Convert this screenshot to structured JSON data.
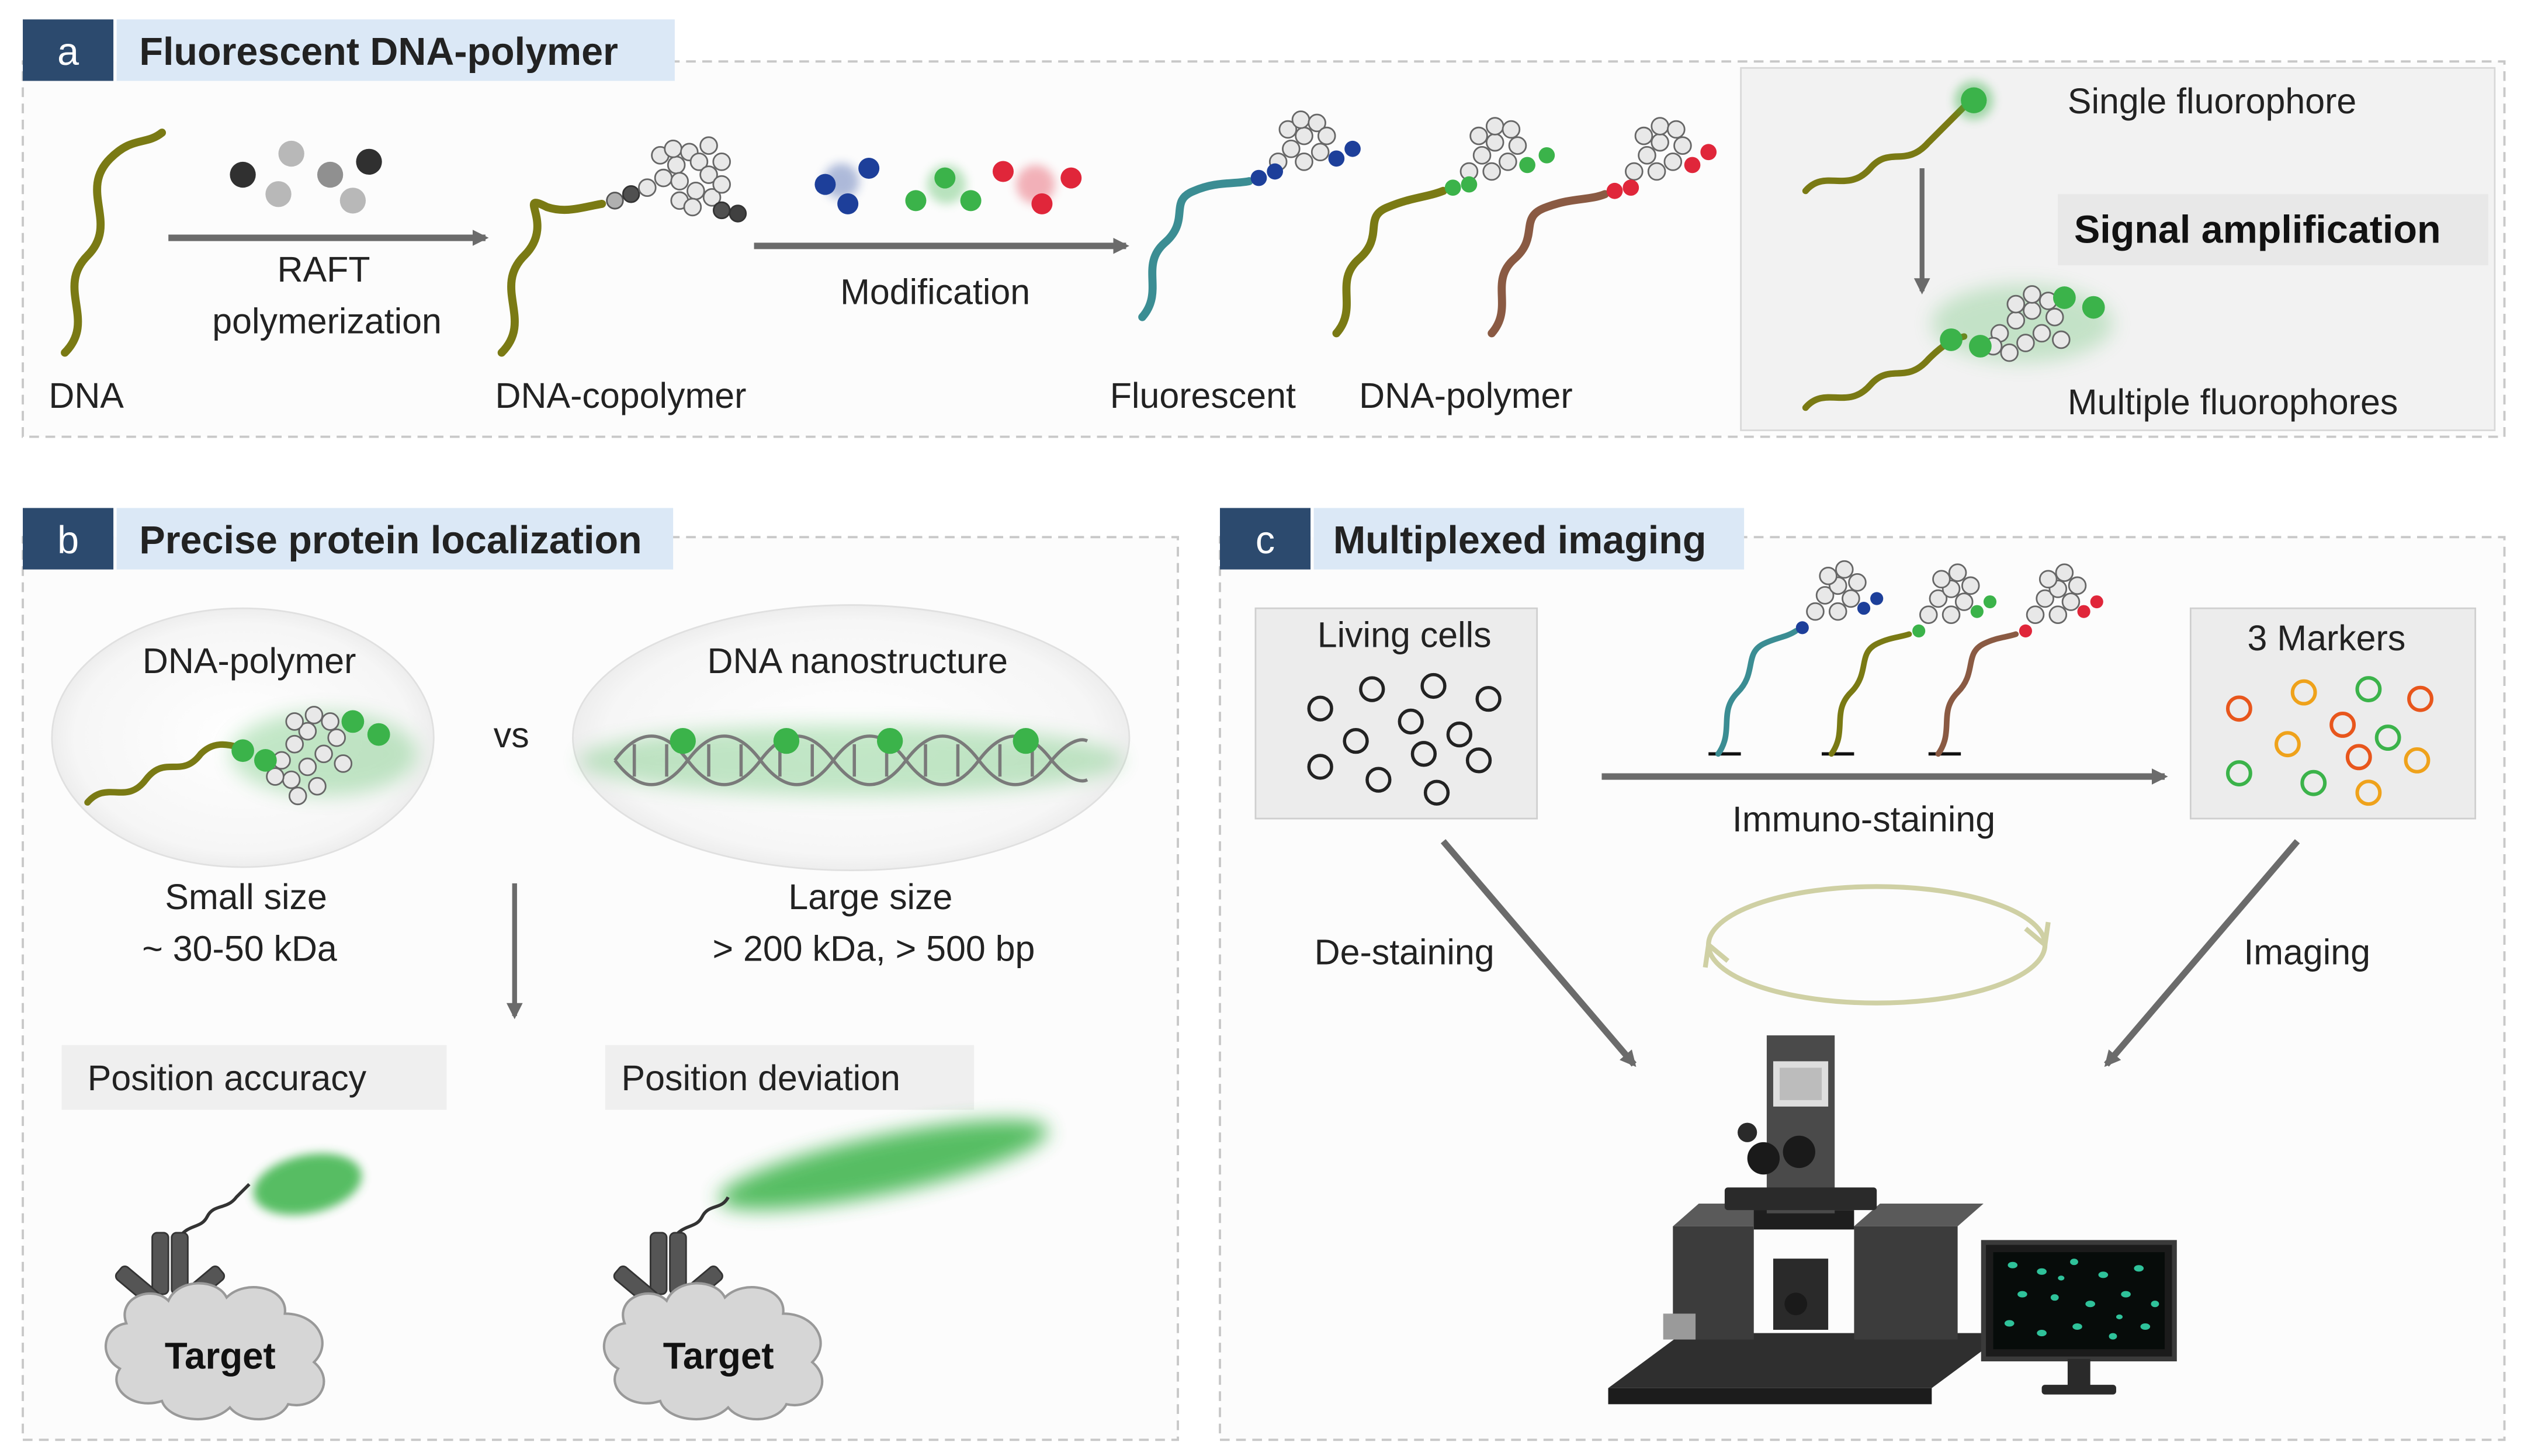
{
  "panel_a": {
    "letter": "a",
    "title": "Fluorescent DNA-polymer",
    "step1_line1": "RAFT",
    "step1_line2": "polymerization",
    "step2": "Modification",
    "dna_label": "DNA",
    "copolymer_label": "DNA-copolymer",
    "product_word1": "Fluorescent",
    "product_word2": "DNA-polymer",
    "single_label": "Single fluorophore",
    "amplification_label": "Signal amplification",
    "multiple_label": "Multiple fluorophores"
  },
  "panel_b": {
    "letter": "b",
    "title": "Precise protein localization",
    "left_title": "DNA-polymer",
    "vs": "vs",
    "right_title": "DNA nanostructure",
    "left_size": "Small size",
    "left_mass": "~ 30-50 kDa",
    "right_size": "Large size",
    "right_mass": "> 200 kDa, > 500 bp",
    "left_result": "Position accuracy",
    "right_result": "Position deviation",
    "target_left": "Target",
    "target_right": "Target"
  },
  "panel_c": {
    "letter": "c",
    "title": "Multiplexed imaging",
    "cells_label": "Living cells",
    "markers_label": "3 Markers",
    "staining_label": "Immuno-staining",
    "destaining_label": "De-staining",
    "imaging_label": "Imaging"
  },
  "colors": {
    "panel_letter_bg": "#2c4a6e",
    "title_bg": "#dbe8f6",
    "dna_olive": "#7a7a14",
    "dna_teal": "#3b8d93",
    "dna_brown": "#8a5a43",
    "fluor_green": "#3bb34a",
    "fluor_blue": "#1d3f9a",
    "fluor_red": "#e0263a",
    "marker_orange": "#e8561c",
    "marker_yellow": "#efa21b"
  }
}
